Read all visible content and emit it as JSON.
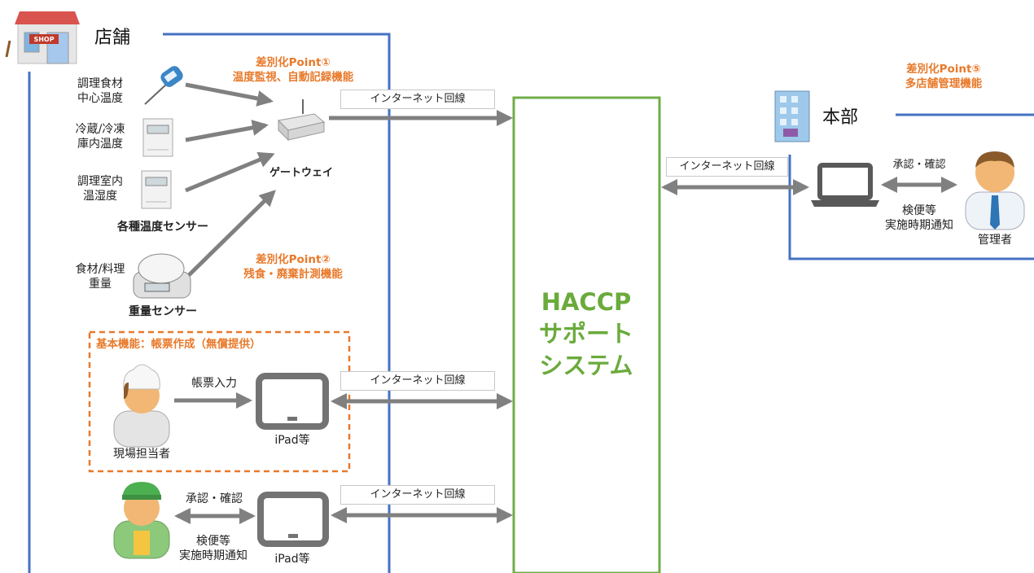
{
  "store": {
    "title": "店舗",
    "shop_sign": "SHOP",
    "sensor_core_temp": [
      "調理食材",
      "中心温度"
    ],
    "sensor_fridge": [
      "冷蔵/冷凍",
      "庫内温度"
    ],
    "sensor_room": [
      "調理室内",
      "温湿度"
    ],
    "sensors_label": "各種温度センサー",
    "weight_item": [
      "食材/料理",
      "重量"
    ],
    "weight_sensor_label": "重量センサー",
    "gateway_label": "ゲートウェイ",
    "point1": [
      "差別化Point①",
      "温度監視、自動記録機能"
    ],
    "point2": [
      "差別化Point②",
      "残食・廃棄計測機能"
    ],
    "basic_function": "基本機能：帳票作成（無償提供）",
    "form_input": "帳票入力",
    "staff_label": "現場担当者",
    "ipad1": "iPad等",
    "approve": "承認・確認",
    "inspection": [
      "検便等",
      "実施時期通知"
    ],
    "ipad2": "iPad等"
  },
  "network": {
    "line1": "インターネット回線",
    "line2": "インターネット回線",
    "line3": "インターネット回線",
    "line4": "インターネット回線"
  },
  "system": [
    "HACCP",
    "サポート",
    "システム"
  ],
  "hq": {
    "title": "本部",
    "point5": [
      "差別化Point⑤",
      "多店舗管理機能"
    ],
    "approve": "承認・確認",
    "inspection": [
      "検便等",
      "実施時期通知"
    ],
    "manager_label": "管理者"
  },
  "colors": {
    "frame_blue": "#4472c4",
    "system_green": "#70ad47",
    "accent_orange": "#e8792a",
    "arrow_gray": "#808080"
  }
}
